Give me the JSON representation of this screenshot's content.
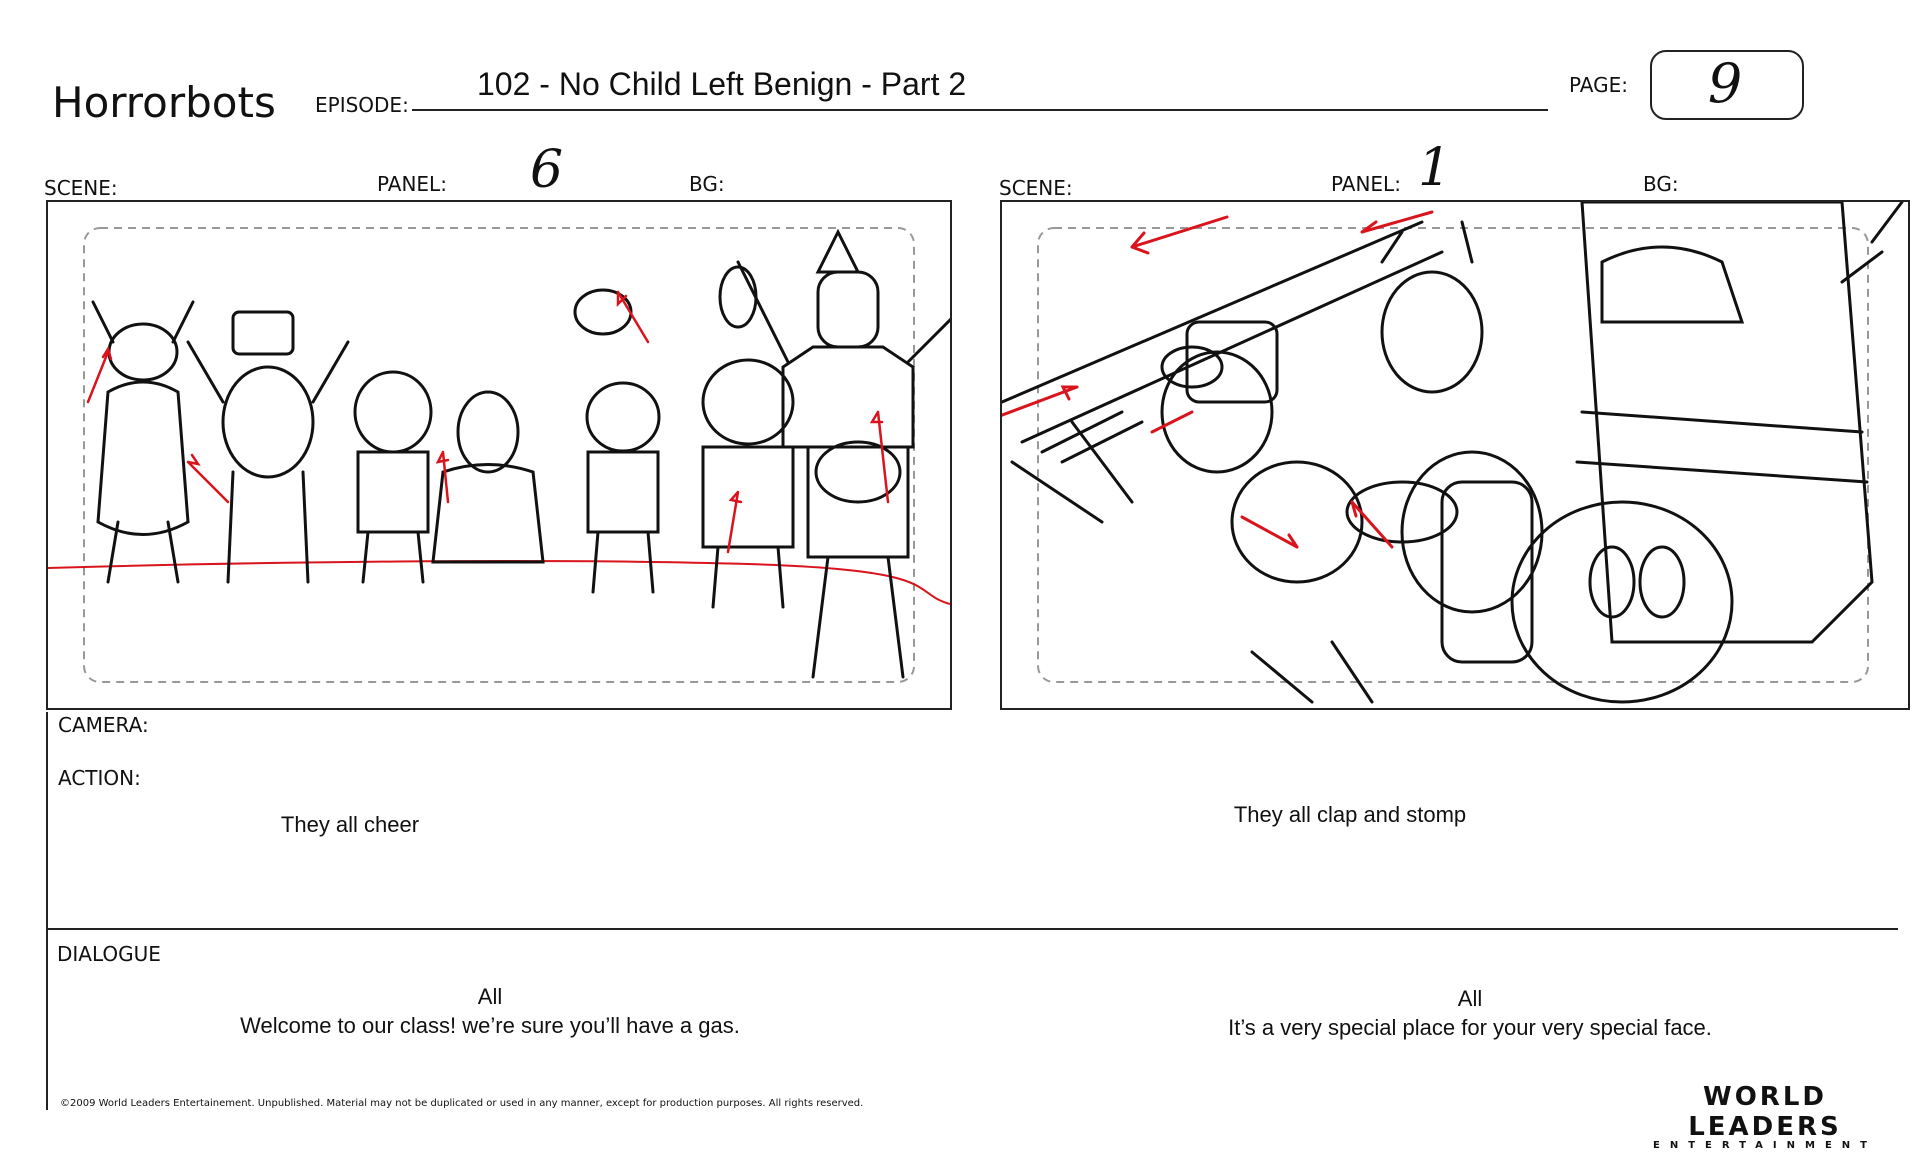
{
  "header": {
    "show_title": "Horrorbots",
    "episode_label": "EPISODE:",
    "episode_value": "102 - No Child Left Benign",
    "episode_part": "- Part 2",
    "page_label": "PAGE:",
    "page_value": "9"
  },
  "panels": [
    {
      "scene_label": "SCENE:",
      "panel_label": "PANEL:",
      "panel_number": "6",
      "bg_label": "BG:",
      "action_text": "They all cheer",
      "dialogue_speaker": "All",
      "dialogue_line": "Welcome to our class! we’re sure you’ll have a gas."
    },
    {
      "scene_label": "SCENE:",
      "panel_label": "PANEL:",
      "panel_number": "1",
      "bg_label": "BG:",
      "action_text": "They all clap and stomp",
      "dialogue_speaker": "All",
      "dialogue_line": "It’s a very special place for your very special face."
    }
  ],
  "notes": {
    "camera_label": "CAMERA:",
    "action_label": "ACTION:",
    "dialogue_label": "DIALOGUE"
  },
  "footer": {
    "copyright": "©2009 World Leaders Entertainement.  Unpublished. Material may not be duplicated or used in any manner, except for production purposes. All rights reserved.",
    "logo_top": "WORLD LEADERS",
    "logo_bottom": "ENTERTAINMENT"
  },
  "colors": {
    "ink": "#111111",
    "motion_arrows": "#d9141c"
  }
}
